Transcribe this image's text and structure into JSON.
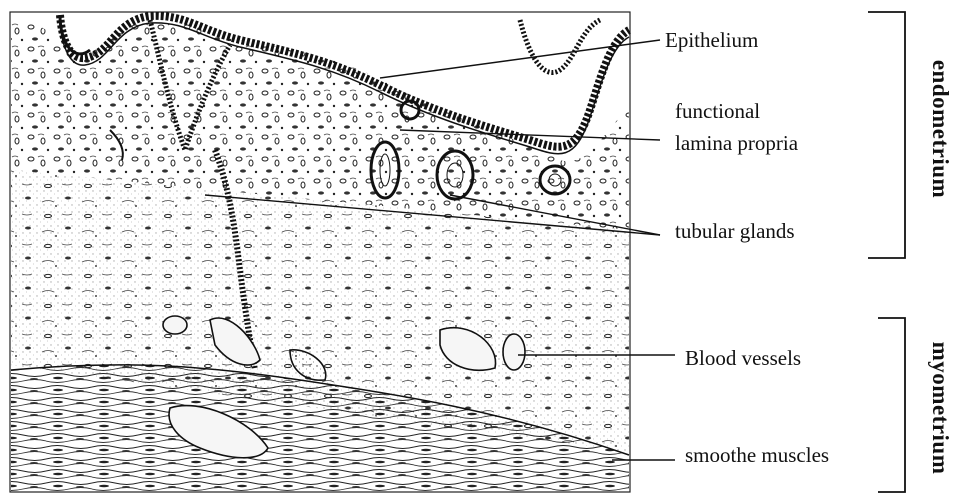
{
  "labels": {
    "epithelium": "Epithelium",
    "functional_line1": "functional",
    "functional_line2": "lamina propria",
    "tubular_glands": "tubular glands",
    "blood_vessels": "Blood vessels",
    "smooth_muscles": "smoothe muscles"
  },
  "regions": {
    "endometrium": "endometrium",
    "myometrium": "myometrium"
  }
}
